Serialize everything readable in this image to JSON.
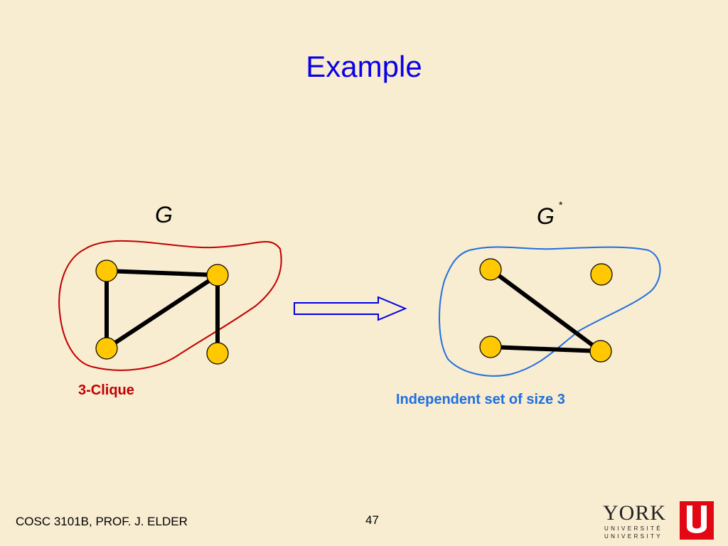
{
  "slide": {
    "title": "Example"
  },
  "graphs": {
    "left_label": "G",
    "right_label": "G",
    "right_superscript": "*"
  },
  "captions": {
    "clique": "3-Clique",
    "independent_set": "Independent set of size 3"
  },
  "footer": {
    "course": "COSC 3101B, PROF. J. ELDER",
    "page_number": "47"
  },
  "logo": {
    "word": "YORK",
    "line1": "UNIVERSITÉ",
    "line2": "UNIVERSITY"
  },
  "colors": {
    "title": "#0B00E6",
    "vertex_fill": "#FFC800",
    "clique_outline": "#C00000",
    "independent_outline": "#1F6FE0",
    "arrow_outline": "#0000E6",
    "logo_red": "#E30613"
  },
  "icons": {
    "arrow": "right-arrow-icon",
    "logo_mark": "york-u-logo-icon"
  }
}
